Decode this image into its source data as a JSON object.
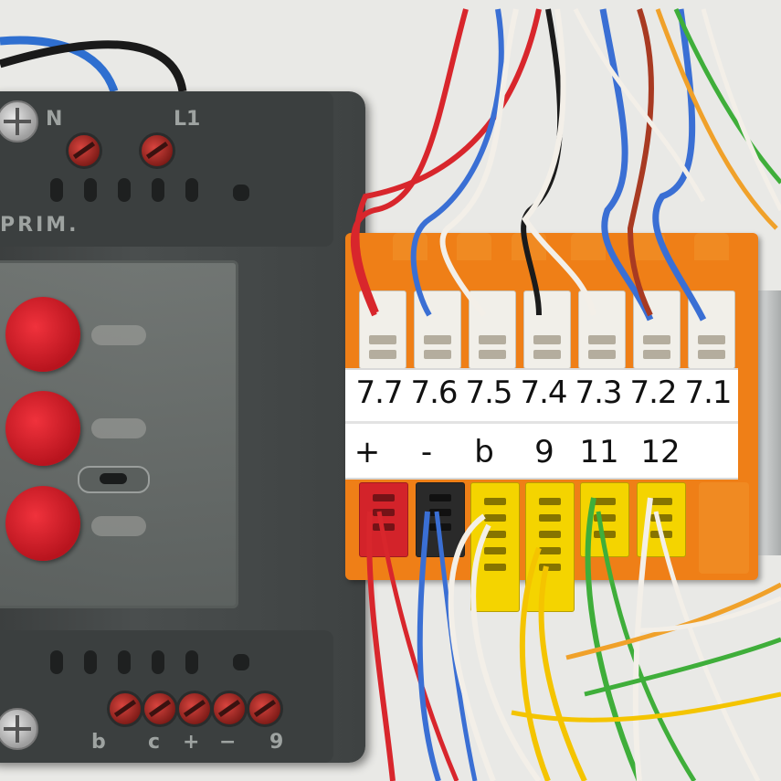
{
  "module": {
    "top_terminals": [
      "N",
      "L1"
    ],
    "prim_label": "PRIM.",
    "bottom_terminals": [
      "b",
      "c",
      "+",
      "−",
      "9"
    ]
  },
  "terminal_block": {
    "top_labels": [
      "7.7",
      "7.6",
      "7.5",
      "7.4",
      "7.3",
      "7.2",
      "7.1"
    ],
    "bottom_labels": [
      "+",
      "-",
      "b",
      "9",
      "11",
      "12"
    ]
  },
  "colors": {
    "housing": "#3b3f3f",
    "knob": "#e3242e",
    "terminal_orange": "#ef7f17",
    "terminal_yellow": "#f4d400",
    "terminal_red": "#d3232a"
  }
}
